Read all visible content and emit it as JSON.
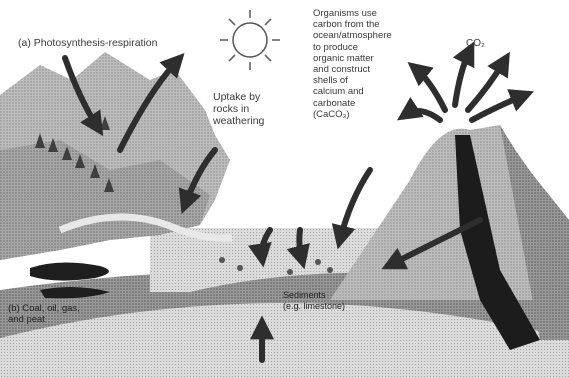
{
  "labels": {
    "photosynthesis": "(a)  Photosynthesis-respiration",
    "organisms": "Organisms use\ncarbon from the\nocean/atmosphere\nto produce\norganic matter\nand construct\nshells of\ncalcium and\ncarbonate\n(CaCO₃)",
    "uptake": "Uptake by\nrocks in\nweathering",
    "co2": "CO₂",
    "deposits": "(b)  Coal, oil, gas,\nand peat",
    "sediments": "Sediments\n(e.g. limestone)"
  },
  "icons": {
    "sun": "sun-icon",
    "volcano": "volcano",
    "arrows": "carbon-flow-arrows"
  },
  "colors": {
    "sky": "#ffffff",
    "mountain": "#b9b9b9",
    "mountain_dark": "#7e7e7e",
    "water": "#d9d9d9",
    "earth": "#8f8f8f",
    "mantle": "#c8c8c8",
    "arrow": "#2e2e2e"
  }
}
